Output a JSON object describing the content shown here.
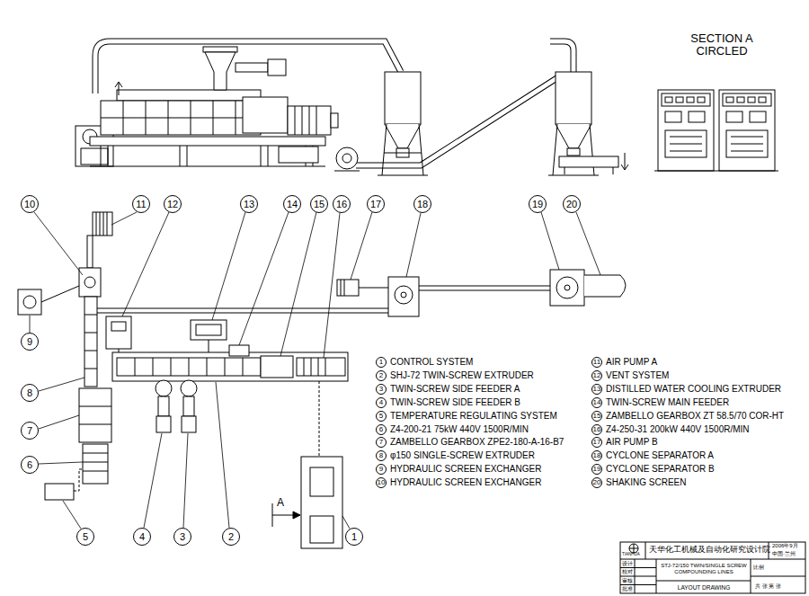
{
  "diagram": {
    "labels": [
      "SECTION A CIRCLED",
      "10",
      "11",
      "12",
      "13",
      "14",
      "15",
      "16",
      "17",
      "18",
      "19",
      "20",
      "9",
      "8",
      "7",
      "6",
      "5",
      "4",
      "3",
      "2",
      "1",
      "A",
      "1",
      "CONTROL SYSTEM",
      "11",
      "AIR PUMP A",
      "2",
      "SHJ-72 TWIN-SCREW EXTRUDER",
      "12",
      "VENT SYSTEM",
      "3",
      "TWIN-SCREW SIDE FEEDER A",
      "13",
      "DISTILLED WATER COOLING EXTRUDER",
      "4",
      "TWIN-SCREW SIDE FEEDER B",
      "14",
      "TWIN-SCREW MAIN FEEDER",
      "5",
      "TEMPERATURE REGULATING SYSTEM",
      "15",
      "ZAMBELLO GEARBOX ZT 58.5/70 COR-HT",
      "6",
      "Z4-200-21 75kW 440V 1500R/MIN",
      "16",
      "Z4-250-31 200kW 440V 1500R/MIN",
      "7",
      "ZAMBELLO GEARBOX ZPE2-180-A-16-B7",
      "17",
      "AIR PUMP B",
      "8",
      "φ150 SINGLE-SCREW EXTRUDER",
      "18",
      "CYCLONE SEPARATOR A",
      "9",
      "HYDRAULIC SCREEN EXCHANGER",
      "19",
      "CYCLONE SEPARATOR B",
      "10",
      "HYDRAULIC SCREEN EXCHANGER",
      "20",
      "SHAKING SCREEN",
      "TIANHUA",
      "天华化工机械及自动化研究设计院",
      "2006年9月",
      "中国·兰州",
      "设计",
      "校对",
      "审核",
      "批准",
      "STJ-72/150 TWIN/SINGLE SCREW COMPOUNDING LINES",
      "比例",
      "LAYOUT DRAWING",
      "共 张 第 张"
    ]
  }
}
